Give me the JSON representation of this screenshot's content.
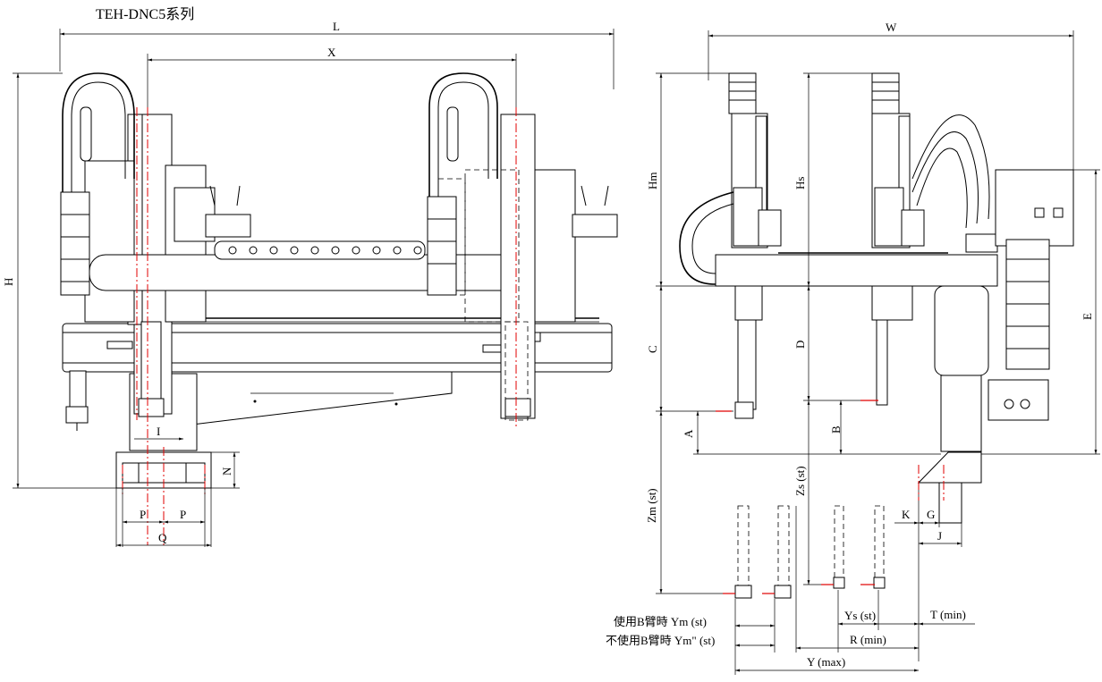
{
  "title": "TEH-DNC5系列",
  "front_view": {
    "dims": {
      "L": "L",
      "X": "X",
      "H": "H",
      "I": "I",
      "N": "N",
      "P1": "P",
      "P2": "P",
      "Q": "Q"
    }
  },
  "side_view": {
    "dims": {
      "W": "W",
      "Hm": "Hm",
      "Hs": "Hs",
      "E": "E",
      "C": "C",
      "D": "D",
      "A": "A",
      "B": "B",
      "Zm": "Zm (st)",
      "Zs": "Zs (st)",
      "K": "K",
      "G": "G",
      "J": "J",
      "Ys": "Ys (st)",
      "T": "T (min)",
      "R": "R (min)",
      "Y": "Y (max)"
    },
    "ym_with_b": "使用B臂時 Ym (st)",
    "ym_without_b": "不使用B臂時 Ym\" (st)"
  }
}
